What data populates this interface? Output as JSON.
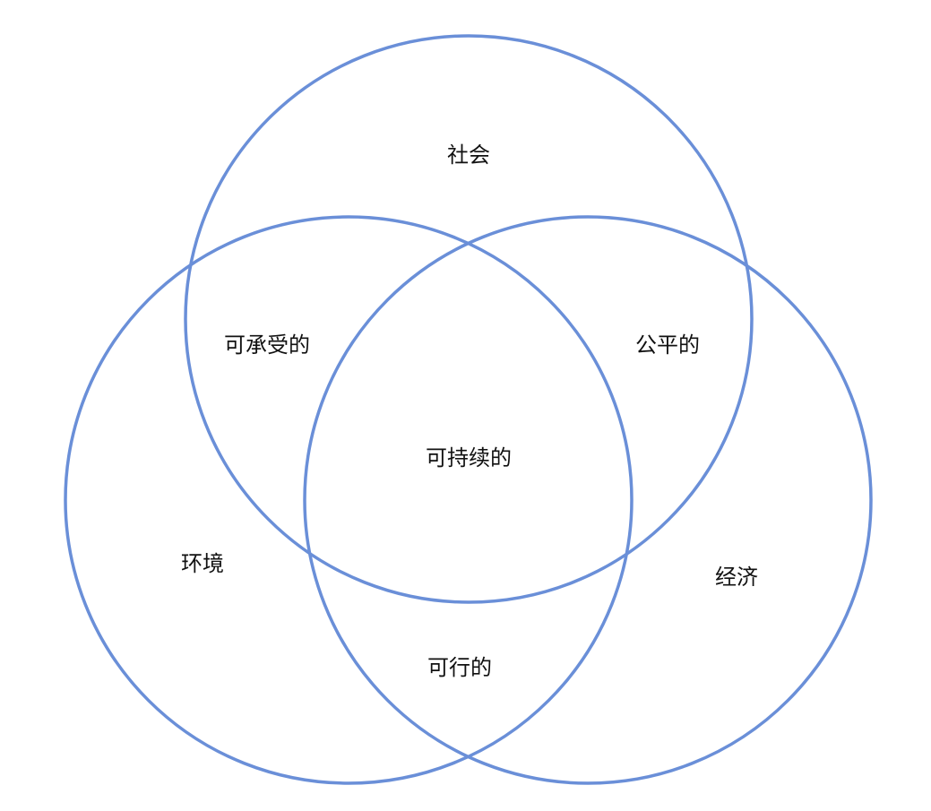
{
  "diagram": {
    "circle_color": "#6a8fd8",
    "sets": {
      "social": "社会",
      "environment": "环境",
      "economy": "经济"
    },
    "intersections": {
      "social_environment": "可承受的",
      "social_economy": "公平的",
      "environment_economy": "可行的",
      "all": "可持续的"
    }
  }
}
